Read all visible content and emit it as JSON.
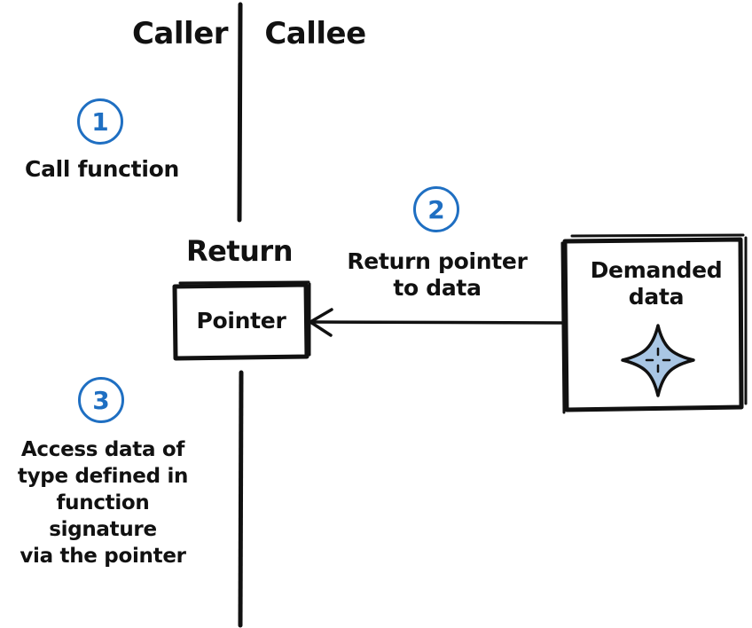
{
  "headers": {
    "caller": "Caller",
    "callee": "Callee"
  },
  "steps": [
    {
      "number": "1",
      "text": "Call function"
    },
    {
      "number": "2",
      "text": "Return pointer\nto data"
    },
    {
      "number": "3",
      "text": "Access data of\ntype defined in\nfunction signature\nvia the pointer"
    }
  ],
  "return_label": "Return",
  "pointer_box": {
    "label": "Pointer"
  },
  "data_box": {
    "label": "Demanded\ndata",
    "icon": "sparkle-star-icon"
  },
  "colors": {
    "accent": "#1f6fc2",
    "ink": "#111111",
    "star_fill": "#a9c6e4"
  }
}
